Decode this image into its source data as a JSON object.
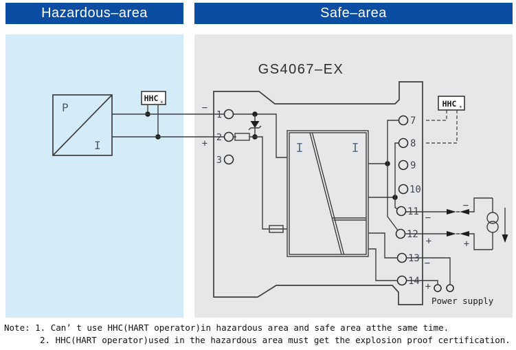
{
  "headers": {
    "hazardous": "Hazardous–area",
    "safe": "Safe–area"
  },
  "device": {
    "title": "GS4067–EX"
  },
  "hhc_hazard": {
    "label": "HHC",
    "mark": "∗"
  },
  "hhc_safe": {
    "label": "HHC",
    "mark": "∗"
  },
  "transmitter": {
    "pressure": "P",
    "current": "I"
  },
  "isolator": {
    "input_label": "I",
    "output_label": "I"
  },
  "terminals_left": [
    "1",
    "2",
    "3"
  ],
  "terminals_right": [
    "7",
    "8",
    "9",
    "10",
    "11",
    "12",
    "13",
    "14"
  ],
  "signs": {
    "t1": "−",
    "t2": "+",
    "t11": "−",
    "t12": "+",
    "t11_load": "−",
    "t12_load": "+",
    "t13": "−",
    "t14": "+"
  },
  "power_supply_label": "Power supply",
  "note": {
    "line1": "Note: 1. Can’ t use HHC(HART operator)in hazardous area and safe area atthe same time.",
    "line2": "2. HHC(HART operator)used in the hazardous area must get the explosion proof certification."
  },
  "colors": {
    "header_bg": "#0b4da2",
    "header_text": "#ffffff",
    "hazard_bg": "#d4ebf8",
    "safe_bg": "#e6e7e9",
    "line": "#3c3c3c"
  }
}
